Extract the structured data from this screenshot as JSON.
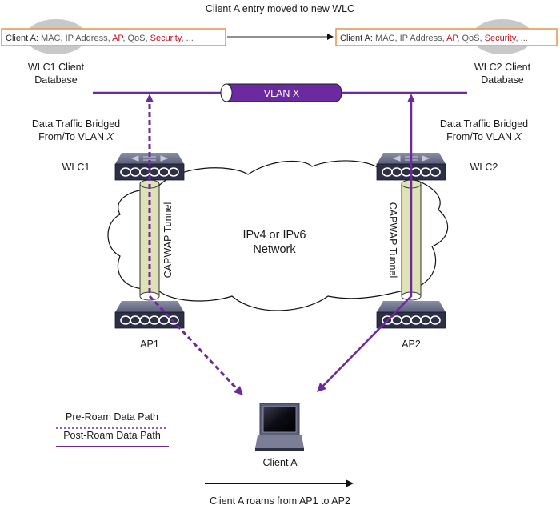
{
  "title": "Client A entry moved to new WLC",
  "client_entry": {
    "prefix": "Client A: ",
    "parts": [
      {
        "text": "MAC, IP Address, ",
        "highlight": false
      },
      {
        "text": "AP",
        "highlight": true
      },
      {
        "text": ", QoS, ",
        "highlight": false
      },
      {
        "text": "Security",
        "highlight": true
      },
      {
        "text": ", ...",
        "highlight": false
      }
    ]
  },
  "databases": {
    "wlc1": {
      "line1": "WLC1 Client",
      "line2": "Database"
    },
    "wlc2": {
      "line1": "WLC2 Client",
      "line2": "Database"
    }
  },
  "vlan_label": "VLAN X",
  "bridged": {
    "left": {
      "line1": "Data Traffic Bridged",
      "line2": "From/To VLAN ",
      "italic": "X"
    },
    "right": {
      "line1": "Data Traffic Bridged",
      "line2": "From/To VLAN ",
      "italic": "X"
    }
  },
  "devices": {
    "wlc1": "WLC1",
    "wlc2": "WLC2",
    "ap1": "AP1",
    "ap2": "AP2",
    "client": "Client A"
  },
  "network": {
    "line1": "IPv4 or IPv6",
    "line2": "Network"
  },
  "tunnel_label": "CAPWAP Tunnel",
  "legend": {
    "pre_roam": "Pre-Roam Data Path",
    "post_roam": "Post-Roam Data Path"
  },
  "roam_caption": "Client A roams from AP1 to AP2",
  "colors": {
    "path": "#6b2a9e",
    "vlan_fill": "#6b2aa0",
    "entry_border": "#e8904a",
    "highlight": "#c0141c",
    "tunnel_fill": "#dfe2b4",
    "device_dark": "#2c2f45",
    "device_top": "#6c7088",
    "db_gray": "#c8c8c8"
  }
}
